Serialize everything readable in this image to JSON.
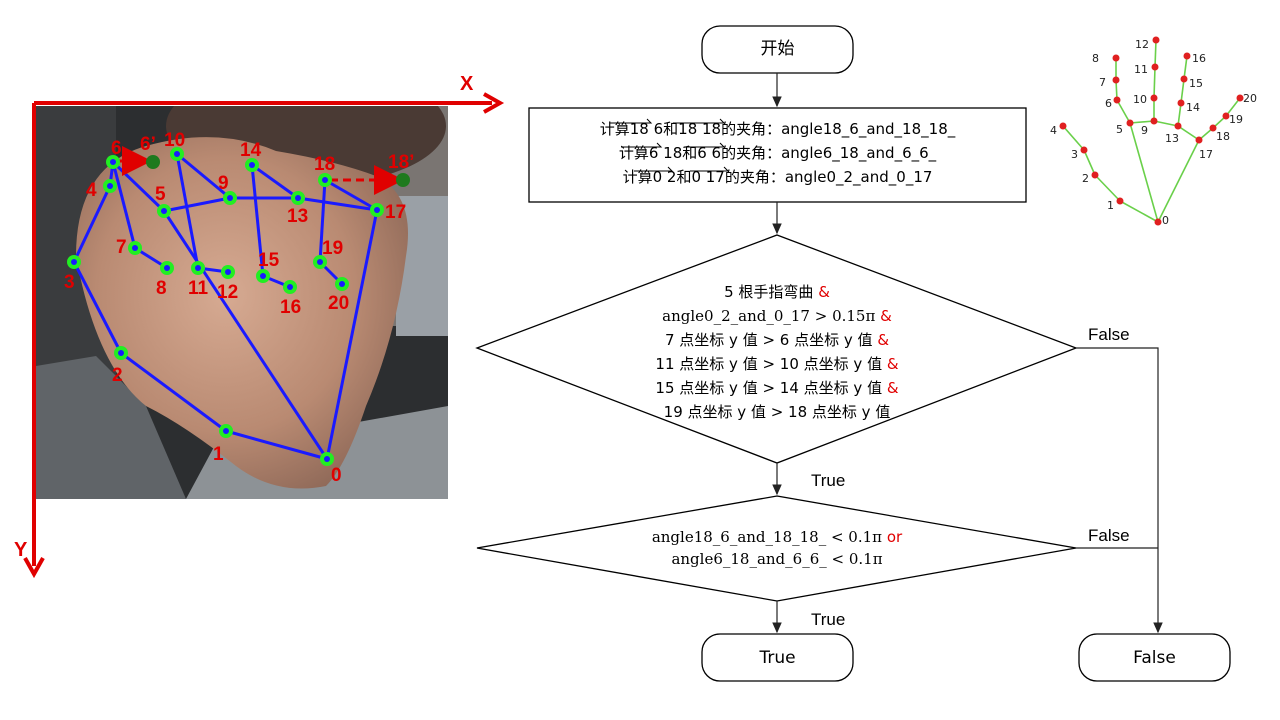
{
  "axes": {
    "x_label": "X",
    "y_label": "Y"
  },
  "hand_labels": {
    "l0": "0",
    "l1": "1",
    "l2": "2",
    "l3": "3",
    "l4": "4",
    "l5": "5",
    "l6": "6",
    "l6p": "6’",
    "l7": "7",
    "l8": "8",
    "l9": "9",
    "l10": "10",
    "l11": "11",
    "l12": "12",
    "l13": "13",
    "l14": "14",
    "l15": "15",
    "l16": "16",
    "l17": "17",
    "l18": "18",
    "l18p": "18’",
    "l19": "19",
    "l20": "20"
  },
  "flowchart": {
    "start": "开始",
    "process_lines": [
      "计算18 6和18 18的夹角：angle18_6_and_18_18_",
      "计算6 18和6 6的夹角：angle6_18_and_6_6_",
      "计算0 2和0 17的夹角：angle0_2_and_0_17"
    ],
    "cond1": {
      "l1": "5 根手指弯曲",
      "l2": "angle0_2_and_0_17 > 0.15π",
      "l3": "7 点坐标 y 值 > 6 点坐标 y 值",
      "l4": "11 点坐标 y 值 > 10 点坐标 y 值",
      "l5": "15 点坐标 y 值 > 14 点坐标 y 值",
      "l6": "19 点坐标 y 值 > 18 点坐标 y 值",
      "amp": "&"
    },
    "cond2": {
      "l1": "angle18_6_and_18_18_ < 0.1π",
      "or": "or",
      "l2": "angle6_18_and_6_6_ < 0.1π"
    },
    "true_label": "True",
    "false_label": "False",
    "end_true": "True",
    "end_false": "False"
  },
  "legend_labels": [
    "0",
    "1",
    "2",
    "3",
    "4",
    "5",
    "6",
    "7",
    "8",
    "9",
    "10",
    "11",
    "12",
    "13",
    "14",
    "15",
    "16",
    "17",
    "18",
    "19",
    "20"
  ],
  "colors": {
    "axis": "#e00000",
    "skeleton": "#1a1aff",
    "keypoint": "#22ee22",
    "legend_line": "#6ad04a",
    "legend_point": "#e02020"
  }
}
